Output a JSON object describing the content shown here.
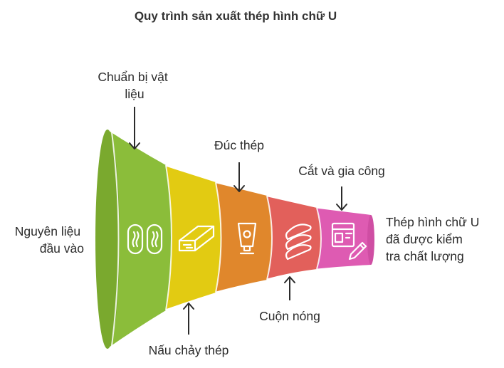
{
  "title": "Quy trình sản xuất thép hình chữ U",
  "input_label": [
    "Nguyên liệu",
    "đầu vào"
  ],
  "output_label": [
    "Thép hình chữ U",
    "đã được kiểm",
    "tra chất lượng"
  ],
  "stages": [
    {
      "label": [
        "Chuẩn bị vật",
        "liệu"
      ],
      "icon": "material-pellets-icon",
      "color": "#8bbd3a"
    },
    {
      "label": [
        "Nấu chảy thép"
      ],
      "icon": "molten-ingot-icon",
      "color": "#e2cb12"
    },
    {
      "label": [
        "Đúc thép"
      ],
      "icon": "casting-cup-icon",
      "color": "#e0872c"
    },
    {
      "label": [
        "Cuộn nóng"
      ],
      "icon": "hot-coils-icon",
      "color": "#e2605b"
    },
    {
      "label": [
        "Cắt và gia công"
      ],
      "icon": "cutting-tool-icon",
      "color": "#de5bb2"
    }
  ]
}
